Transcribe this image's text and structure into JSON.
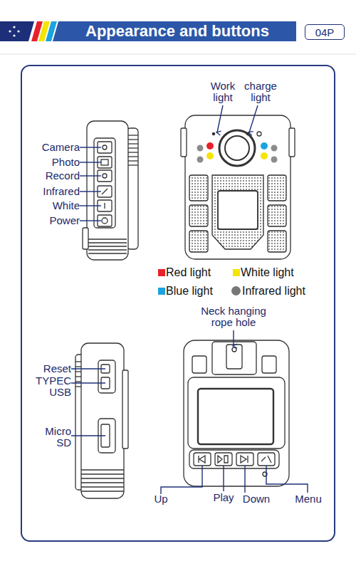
{
  "diagram": {
    "title": "Appearance and buttons",
    "nodes": [
      {
        "text": [
          "04P"
        ]
      }
    ],
    "labels": [
      "Work light",
      "charge light",
      "Camera",
      "Photo",
      "Record",
      "Infrared",
      "White",
      "Power",
      "Neck hanging rope hole",
      "Reset",
      "TYPEC USB",
      "Micro SD",
      "Up",
      "Play",
      "Down",
      "Menu"
    ],
    "legend": [
      {
        "text": "Red light",
        "color": "#e8202a"
      },
      {
        "text": "White light",
        "color": "#f5e400"
      },
      {
        "text": "Blue light",
        "color": "#1aa3e0"
      },
      {
        "text": "Infrared light",
        "color": "#777777"
      }
    ]
  }
}
